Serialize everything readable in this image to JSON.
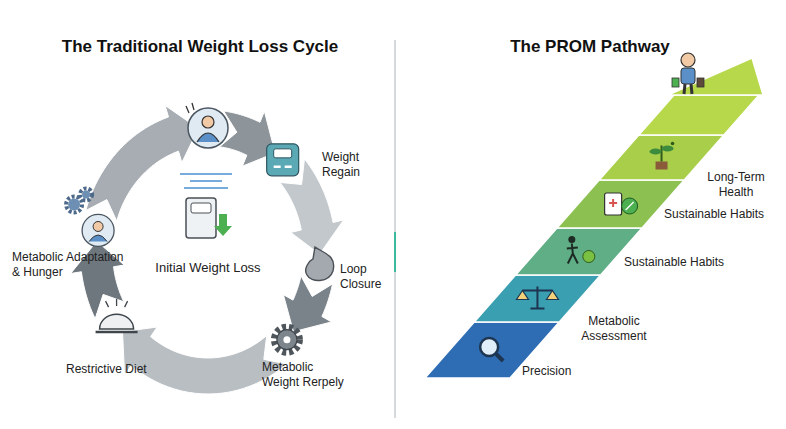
{
  "diagram": {
    "nodes": [
      {
        "text": [
          "Initial Weight Loss"
        ]
      },
      {
        "text": [
          "Weight Regain"
        ]
      },
      {
        "text": [
          "Loop Closure"
        ]
      },
      {
        "text": [
          "Metabolic Weight Rerpely"
        ]
      },
      {
        "text": [
          "Restrictive Diet"
        ]
      },
      {
        "text": [
          "Metabolic Adaptation & Hunger"
        ]
      },
      {
        "text": [
          "Precision"
        ]
      },
      {
        "text": [
          "Metabolic Assessment"
        ]
      },
      {
        "text": [
          "Sustainable Habits"
        ]
      },
      {
        "text": [
          "Sustainable Habits"
        ]
      },
      {
        "text": [
          "Long-Term Health"
        ]
      }
    ],
    "labels": [
      "The Traditional Weight Loss Cycle",
      "The PROM Pathway"
    ]
  }
}
